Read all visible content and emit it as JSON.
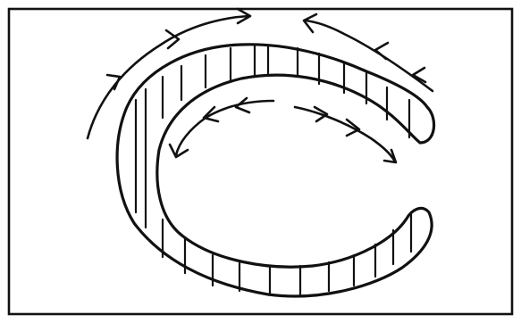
{
  "figure": {
    "description_free": true,
    "colors": {
      "ink": "#111111",
      "paper": "#ffffff"
    },
    "shape": "horseshoe-band",
    "hatching": "vertical-lines",
    "outer_arrows": {
      "left_arc_direction": "clockwise",
      "right_arc_direction": "counterclockwise"
    },
    "inner_arrows": {
      "left_arc_direction": "counterclockwise",
      "right_arc_direction": "clockwise"
    }
  }
}
